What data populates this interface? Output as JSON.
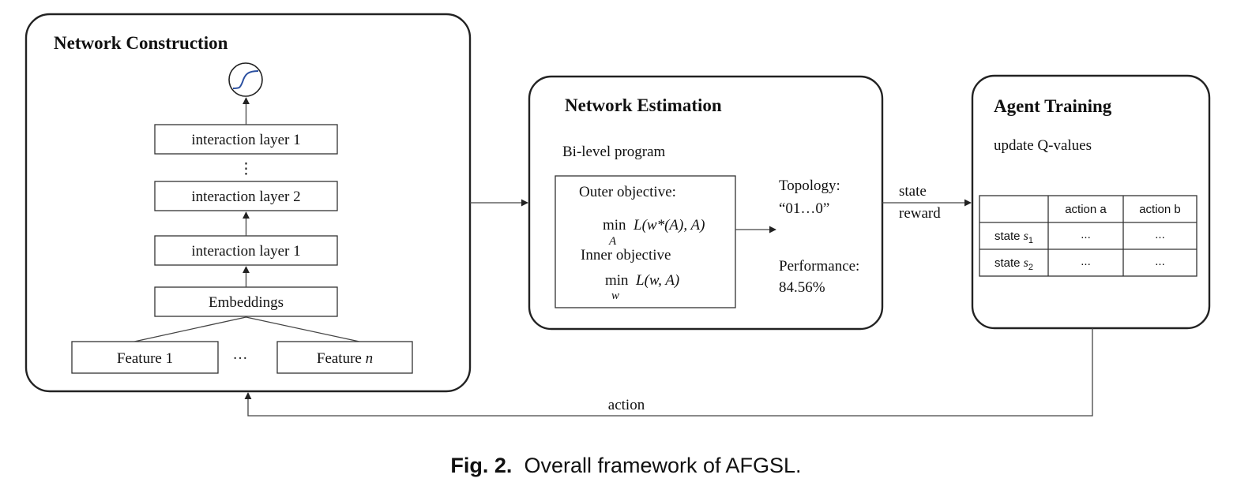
{
  "colors": {
    "stroke": "#222222",
    "sigmoid_curve": "#2a4fa0",
    "background": "#ffffff"
  },
  "icons": {
    "activation": "sigmoid-icon"
  },
  "network_construction": {
    "title": "Network Construction",
    "layers": [
      "interaction layer 1",
      "interaction layer 2",
      "interaction layer 1"
    ],
    "vertical_ellipsis": "⋮",
    "embeddings": "Embeddings",
    "feature_first": "Feature 1",
    "feature_last_prefix": "Feature ",
    "feature_last_var": "n",
    "feature_ellipsis": "···"
  },
  "network_estimation": {
    "title": "Network Estimation",
    "program": "Bi-level program",
    "outer_label": "Outer objective:",
    "outer_formula_min": "min",
    "outer_formula_sub": "A",
    "outer_formula_body": "L(w*(A), A)",
    "inner_label": "Inner objective",
    "inner_formula_min": "min",
    "inner_formula_sub": "w",
    "inner_formula_body": "L(w, A)",
    "topology_label": "Topology:",
    "topology_value": "“01…0”",
    "performance_label": "Performance:",
    "performance_value": "84.56%"
  },
  "agent_training": {
    "title": "Agent Training",
    "subtitle": "update Q-values",
    "table": {
      "columns": [
        "",
        "action a",
        "action b"
      ],
      "rows": [
        {
          "state_prefix": "state ",
          "state_var": "s",
          "state_sub": "1",
          "cells": [
            "...",
            "..."
          ]
        },
        {
          "state_prefix": "state ",
          "state_var": "s",
          "state_sub": "2",
          "cells": [
            "...",
            "..."
          ]
        }
      ]
    }
  },
  "flows": {
    "state": "state",
    "reward": "reward",
    "action": "action"
  },
  "caption": {
    "label": "Fig. 2.",
    "text": "Overall framework of AFGSL."
  }
}
